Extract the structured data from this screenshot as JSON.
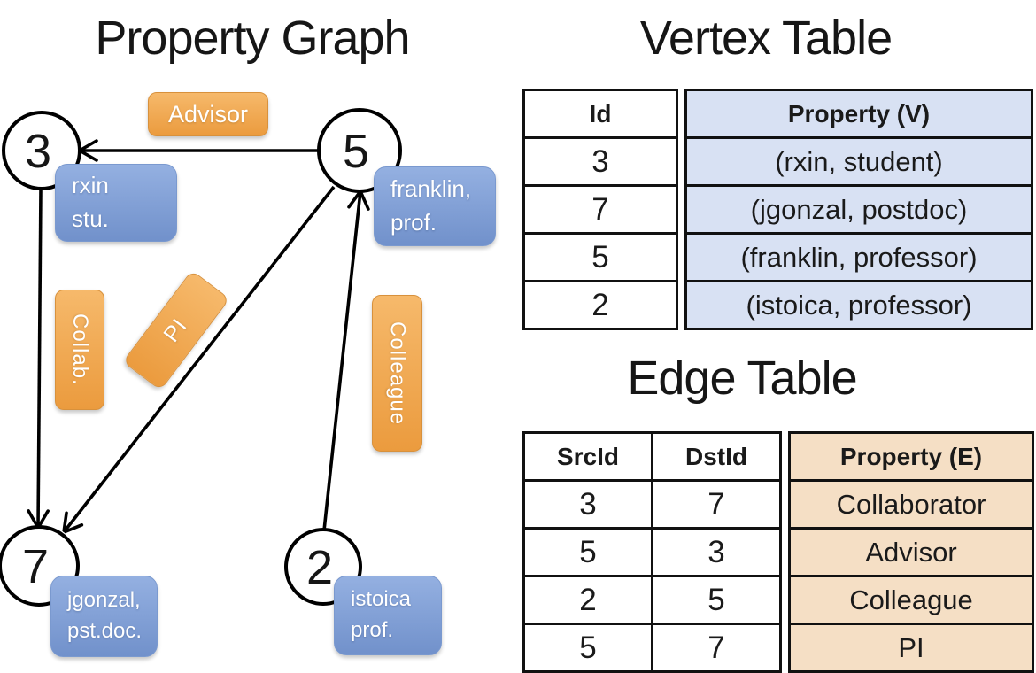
{
  "titles": {
    "graph": "Property Graph",
    "vertex_table": "Vertex Table",
    "edge_table": "Edge Table"
  },
  "graph": {
    "vertices": [
      {
        "id": "3",
        "line1": "rxin",
        "line2": "stu."
      },
      {
        "id": "5",
        "line1": "franklin,",
        "line2": "prof."
      },
      {
        "id": "7",
        "line1": "jgonzal,",
        "line2": "pst.doc."
      },
      {
        "id": "2",
        "line1": "istoica",
        "line2": "prof."
      }
    ],
    "edge_labels": {
      "advisor": "Advisor",
      "collab": "Collab.",
      "pi": "PI",
      "colleague": "Colleague"
    }
  },
  "vertex_table": {
    "headers": {
      "id": "Id",
      "property": "Property (V)"
    },
    "rows": [
      {
        "id": "3",
        "property": "(rxin, student)"
      },
      {
        "id": "7",
        "property": "(jgonzal, postdoc)"
      },
      {
        "id": "5",
        "property": "(franklin, professor)"
      },
      {
        "id": "2",
        "property": "(istoica, professor)"
      }
    ]
  },
  "edge_table": {
    "headers": {
      "src": "SrcId",
      "dst": "DstId",
      "property": "Property (E)"
    },
    "rows": [
      {
        "src": "3",
        "dst": "7",
        "property": "Collaborator"
      },
      {
        "src": "5",
        "dst": "3",
        "property": "Advisor"
      },
      {
        "src": "2",
        "dst": "5",
        "property": "Colleague"
      },
      {
        "src": "5",
        "dst": "7",
        "property": "PI"
      }
    ]
  },
  "colors": {
    "edge_accent": "#efa44e",
    "vertex_accent": "#7e9fd6",
    "vertex_cell_bg": "#d8e1f3",
    "edge_cell_bg": "#f5dfc5",
    "line": "#000000"
  }
}
